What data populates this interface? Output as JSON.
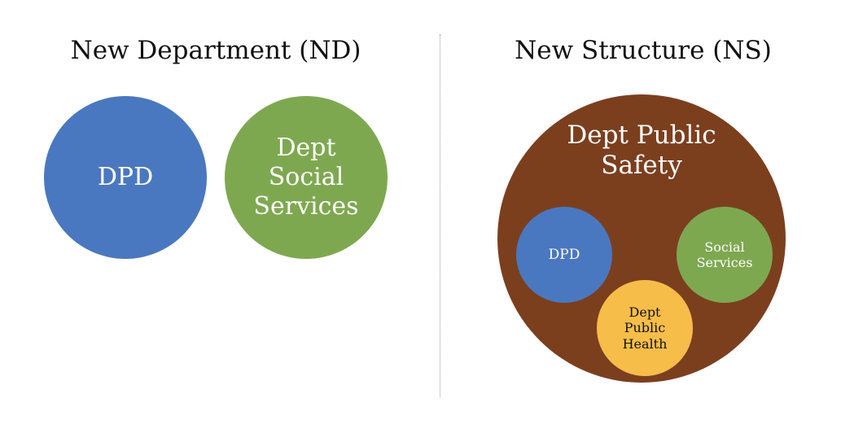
{
  "left_panel": {
    "title": "New Department (ND)",
    "circles": {
      "dpd": "DPD",
      "social_services": [
        "Dept",
        "Social",
        "Services"
      ]
    }
  },
  "right_panel": {
    "title": "New Structure (NS)",
    "outer": {
      "label_lines": [
        "Dept Public",
        "Safety"
      ]
    },
    "inner": {
      "dpd": "DPD",
      "social_services": [
        "Social",
        "Services"
      ],
      "public_health": [
        "Dept",
        "Public",
        "Health"
      ]
    }
  },
  "colors": {
    "blue": "#4a78c0",
    "green": "#7ea850",
    "brown": "#7b3f1e",
    "yellow": "#f6bd49"
  }
}
